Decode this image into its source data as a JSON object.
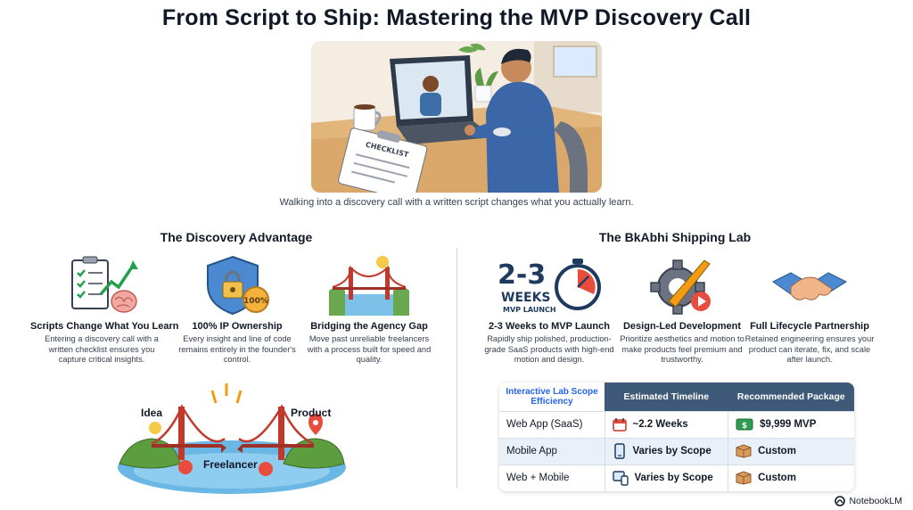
{
  "title": "From Script to Ship: Mastering the MVP Discovery Call",
  "hero": {
    "caption": "Walking into a discovery call with a written script changes what you actually learn.",
    "clipboard_label": "CHECKLIST"
  },
  "left_section": {
    "title": "The Discovery Advantage",
    "features": [
      {
        "title": "Scripts Change What You Learn",
        "body": "Entering a discovery call with a written checklist ensures you capture critical insights."
      },
      {
        "title": "100% IP Ownership",
        "body": "Every insight and line of code remains entirely in the founder's control.",
        "badge": "100%"
      },
      {
        "title": "Bridging the Agency Gap",
        "body": "Move past unreliable freelancers with a process built for speed and quality."
      }
    ],
    "bridge": {
      "left_label": "Idea",
      "right_label": "Product",
      "water_label": "Freelancer"
    }
  },
  "right_section": {
    "title": "The BkAbhi Shipping Lab",
    "features": [
      {
        "title": "2-3 Weeks to MVP Launch",
        "body": "Rapidly ship polished, production-grade SaaS products with high-end motion and design.",
        "icon_text": {
          "big": "2-3",
          "mid": "WEEKS",
          "small": "MVP LAUNCH"
        }
      },
      {
        "title": "Design-Led Development",
        "body": "Prioritize aesthetics and motion to make products feel premium and trustworthy."
      },
      {
        "title": "Full Lifecycle Partnership",
        "body": "Retained engineering ensures your product can iterate, fix, and scale after launch."
      }
    ],
    "table": {
      "header": {
        "lead": "Interactive Lab Scope Efficiency",
        "col2": "Estimated Timeline",
        "col3": "Recommended Package"
      },
      "rows": [
        {
          "type": "Web App (SaaS)",
          "timeline": "~2.2 Weeks",
          "timeline_icon": "calendar-icon",
          "package": "$9,999 MVP",
          "package_icon": "money-icon"
        },
        {
          "type": "Mobile App",
          "timeline": "Varies by Scope",
          "timeline_icon": "phone-icon",
          "package": "Custom",
          "package_icon": "box-icon"
        },
        {
          "type": "Web + Mobile",
          "timeline": "Varies by Scope",
          "timeline_icon": "devices-icon",
          "package": "Custom",
          "package_icon": "box-icon"
        }
      ]
    }
  },
  "brand": "NotebookLM"
}
